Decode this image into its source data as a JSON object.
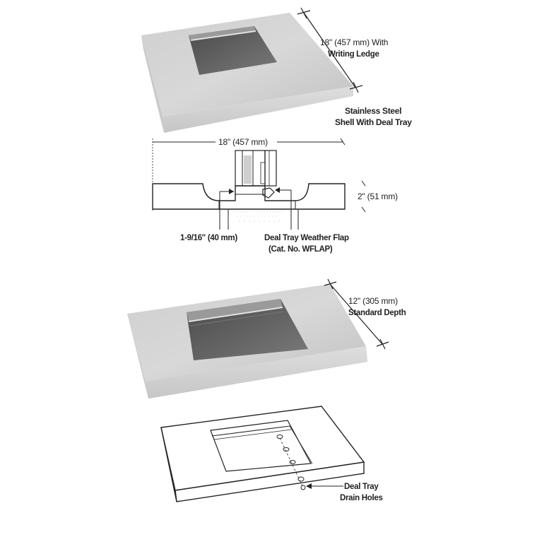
{
  "top_product": {
    "width_label_line1": "18\" (457 mm) With",
    "width_label_line2": "Writing Ledge",
    "description_line1": "Stainless Steel",
    "description_line2": "Shell With Deal Tray"
  },
  "section_view": {
    "width_label": "18\" (457 mm)",
    "height_label": "2\" (51 mm)",
    "tray_depth_label": "1-9/16\" (40 mm)",
    "flap_label_line1": "Deal Tray Weather Flap",
    "flap_label_line2": "(Cat. No. WFLAP)"
  },
  "middle_product": {
    "depth_label_line1": "12\" (305 mm)",
    "depth_label_line2": "Standard Depth"
  },
  "bottom_product": {
    "drain_label_line1": "Deal Tray",
    "drain_label_line2": "Drain Holes"
  },
  "colors": {
    "steel_light": "#d6d6d6",
    "steel_mid": "#bdbdbd",
    "steel_dark": "#8c8c8c",
    "tray_dark": "#5a5a5a",
    "ink": "#222222"
  }
}
